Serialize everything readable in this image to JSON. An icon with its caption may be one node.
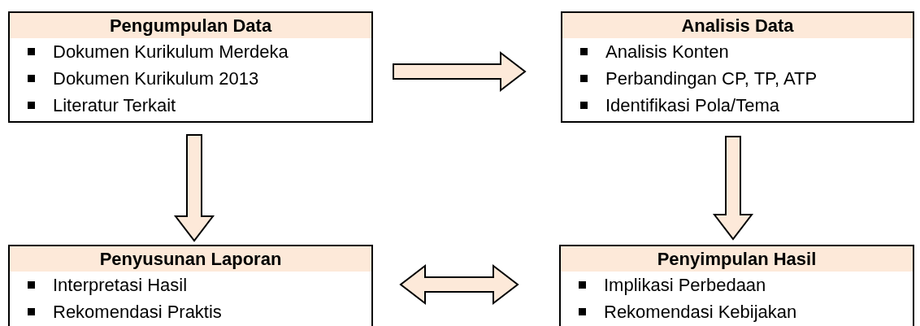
{
  "diagram": {
    "nodes": [
      {
        "text": [
          "Pengumpulan Data",
          "Dokumen Kurikulum Merdeka",
          "Dokumen Kurikulum 2013",
          "Literatur Terkait"
        ]
      },
      {
        "text": [
          "Analisis Data",
          "Analisis Konten",
          "Perbandingan CP, TP, ATP",
          "Identifikasi Pola/Tema"
        ]
      },
      {
        "text": [
          "Penyusunan Laporan",
          "Interpretasi Hasil",
          "Rekomendasi Praktis"
        ]
      },
      {
        "text": [
          "Penyimpulan Hasil",
          "Implikasi Perbedaan",
          "Rekomendasi Kebijakan"
        ]
      }
    ],
    "edges": [
      {
        "from": 0,
        "to": 1,
        "arrow": "to"
      },
      {
        "from": 0,
        "to": 2,
        "arrow": "to"
      },
      {
        "from": 1,
        "to": 3,
        "arrow": "to"
      },
      {
        "from": 2,
        "to": 3,
        "arrow": "both"
      }
    ]
  }
}
